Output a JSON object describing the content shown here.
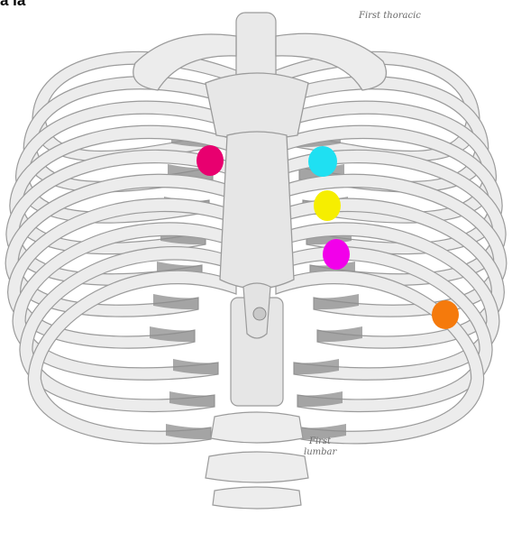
{
  "corner_label": "a ia",
  "annotations": {
    "first_thoracic": "First thoracic",
    "first_lumbar_line1": "First",
    "first_lumbar_line2": "lumbar"
  },
  "markers": [
    {
      "name": "marker-crimson",
      "color": "#e8006f"
    },
    {
      "name": "marker-cyan",
      "color": "#1fe0f2"
    },
    {
      "name": "marker-yellow",
      "color": "#f6ee00"
    },
    {
      "name": "marker-magenta",
      "color": "#f200ea"
    },
    {
      "name": "marker-orange",
      "color": "#f57a0c"
    }
  ],
  "colors": {
    "bone_fill": "#ececec",
    "bone_stroke": "#9b9b9b",
    "cartilage": "#8c8c8c",
    "background": "#ffffff"
  }
}
